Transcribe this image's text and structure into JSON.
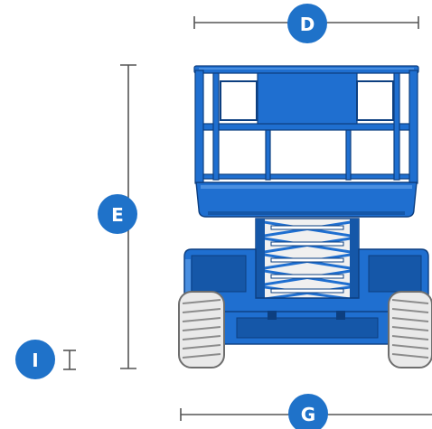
{
  "colors": {
    "machine_blue": "#1f6fd0",
    "machine_blue_dark": "#1557a8",
    "machine_outline": "#0d3f80",
    "badge_blue": "#1f72c9",
    "dimension_line": "#555555",
    "tire": "#e9e9e9",
    "tire_tread": "#8c8c8c",
    "scissor_stack": "#f0f0f0"
  },
  "dimensions": [
    {
      "id": "D",
      "label": "D",
      "orientation": "horizontal"
    },
    {
      "id": "E",
      "label": "E",
      "orientation": "vertical"
    },
    {
      "id": "G",
      "label": "G",
      "orientation": "horizontal"
    },
    {
      "id": "I",
      "label": "I",
      "orientation": "vertical"
    }
  ],
  "illustration": {
    "subject": "scissor-lift-front-view",
    "icons": [
      "guardrail-icon",
      "platform-icon",
      "scissor-stack-icon",
      "chassis-icon",
      "tire-icon"
    ]
  }
}
